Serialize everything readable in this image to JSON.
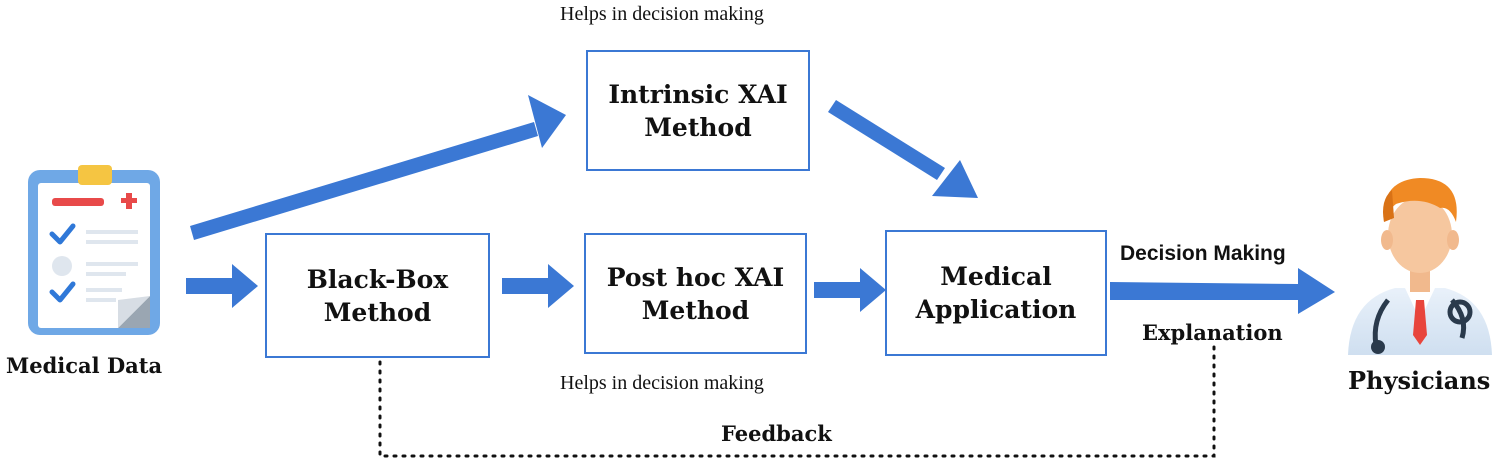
{
  "nodes": {
    "intrinsic": {
      "line1": "Intrinsic XAI",
      "line2": "Method"
    },
    "blackbox": {
      "line1": "Black-Box",
      "line2": "Method"
    },
    "posthoc": {
      "line1": "Post hoc XAI",
      "line2": "Method"
    },
    "medical_app": {
      "line1": "Medical",
      "line2": "Application"
    }
  },
  "labels": {
    "helps_top": "Helps in decision making",
    "helps_bottom": "Helps in decision making",
    "medical_data": "Medical Data",
    "physicians": "Physicians",
    "decision_making": "Decision Making",
    "explanation": "Explanation",
    "feedback": "Feedback"
  },
  "icons": {
    "source": "clipboard-icon",
    "target": "physician-icon"
  },
  "colors": {
    "arrow": "#3b78d4",
    "box_border": "#3b78d4"
  }
}
